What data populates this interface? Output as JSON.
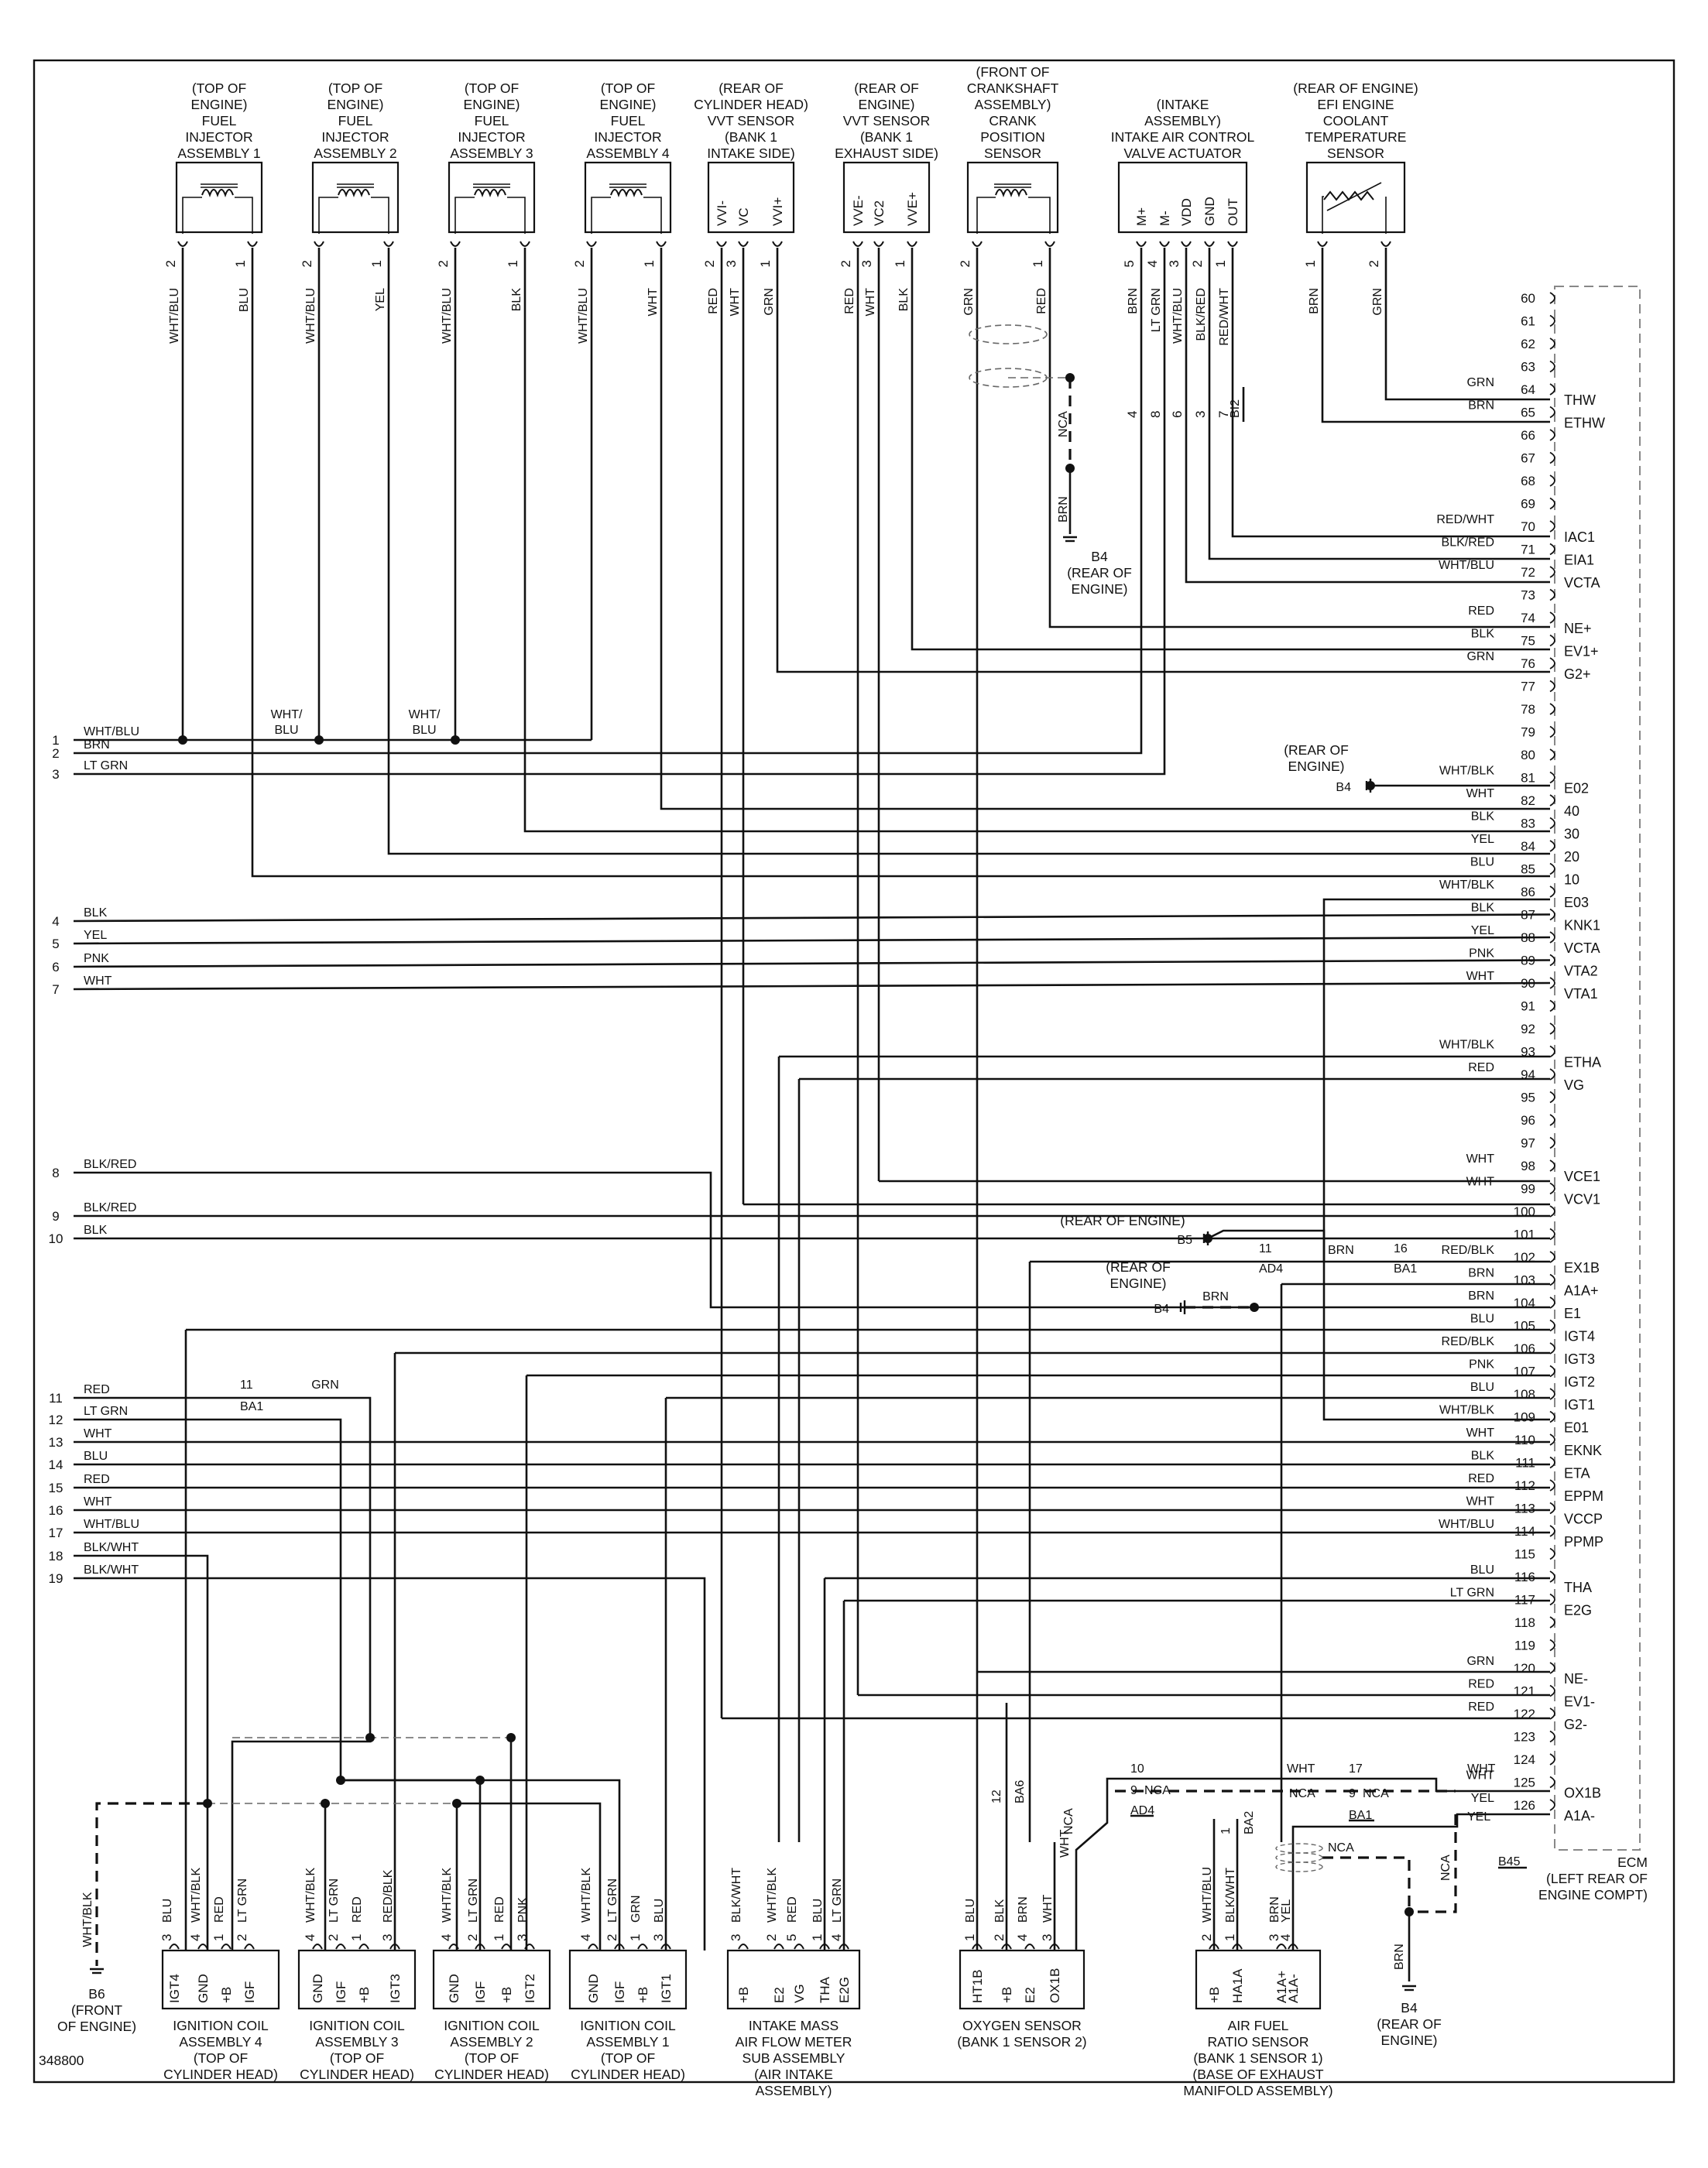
{
  "figure_id": "348800",
  "ecm": {
    "label": "ECM\n(LEFT REAR OF\nENGINE COMPT)"
  },
  "top_components": [
    {
      "id": "inj1",
      "label": "(TOP OF\nENGINE)\nFUEL\nINJECTOR\nASSEMBLY 1",
      "pins": [
        "2",
        "1"
      ],
      "wires": [
        "WHT/BLU",
        "BLU"
      ]
    },
    {
      "id": "inj2",
      "label": "(TOP OF\nENGINE)\nFUEL\nINJECTOR\nASSEMBLY 2",
      "pins": [
        "2",
        "1"
      ],
      "wires": [
        "WHT/BLU",
        "YEL"
      ]
    },
    {
      "id": "inj3",
      "label": "(TOP OF\nENGINE)\nFUEL\nINJECTOR\nASSEMBLY 3",
      "pins": [
        "2",
        "1"
      ],
      "wires": [
        "WHT/BLU",
        "BLK"
      ]
    },
    {
      "id": "inj4",
      "label": "(TOP OF\nENGINE)\nFUEL\nINJECTOR\nASSEMBLY 4",
      "pins": [
        "2",
        "1"
      ],
      "wires": [
        "WHT/BLU",
        "WHT"
      ]
    },
    {
      "id": "vvti",
      "label": "(REAR OF\nCYLINDER HEAD)\nVVT SENSOR\n(BANK 1\nINTAKE SIDE)",
      "terms": [
        "VVI-",
        "VC",
        "VVI+"
      ],
      "pins": [
        "2",
        "3",
        "1"
      ],
      "wires": [
        "RED",
        "WHT",
        "GRN"
      ]
    },
    {
      "id": "vvte",
      "label": "(REAR OF\nENGINE)\nVVT SENSOR\n(BANK 1\nEXHAUST SIDE)",
      "terms": [
        "VVE-",
        "VC2",
        "VVE+"
      ],
      "pins": [
        "2",
        "3",
        "1"
      ],
      "wires": [
        "RED",
        "WHT",
        "BLK"
      ]
    },
    {
      "id": "ckp",
      "label": "(FRONT OF\nCRANKSHAFT\nASSEMBLY)\nCRANK\nPOSITION\nSENSOR",
      "pins": [
        "2",
        "1"
      ],
      "wires": [
        "GRN",
        "RED"
      ]
    },
    {
      "id": "iac",
      "label": "(INTAKE\nASSEMBLY)\nINTAKE AIR CONTROL\nVALVE ACTUATOR",
      "terms": [
        "M+",
        "M-",
        "VDD",
        "GND",
        "OUT"
      ],
      "pins": [
        "5",
        "4",
        "3",
        "2",
        "1"
      ],
      "wires": [
        "BRN",
        "LT GRN",
        "WHT/BLU",
        "BLK/RED",
        "RED/WHT"
      ],
      "conn_pins": [
        "4",
        "8",
        "6",
        "3",
        "7"
      ],
      "conn": "BI2"
    },
    {
      "id": "ect",
      "label": "(REAR OF ENGINE)\nEFI ENGINE\nCOOLANT\nTEMPERATURE\nSENSOR",
      "pins": [
        "1",
        "2"
      ],
      "wires": [
        "BRN",
        "GRN"
      ]
    }
  ],
  "ckp_ground": {
    "wire1": "NCA",
    "wire2": "BRN",
    "ground": "B4",
    "ground_label": "(REAR OF\nENGINE)"
  },
  "left_terminals": [
    {
      "num": "1",
      "wire": "WHT/BLU"
    },
    {
      "num": "2",
      "wire": "BRN"
    },
    {
      "num": "3",
      "wire": "LT GRN"
    },
    {
      "num": "4",
      "wire": "BLK"
    },
    {
      "num": "5",
      "wire": "YEL"
    },
    {
      "num": "6",
      "wire": "PNK"
    },
    {
      "num": "7",
      "wire": "WHT"
    },
    {
      "num": "8",
      "wire": "BLK/RED"
    },
    {
      "num": "9",
      "wire": "BLK/RED"
    },
    {
      "num": "10",
      "wire": "BLK"
    },
    {
      "num": "11",
      "wire": "RED"
    },
    {
      "num": "12",
      "wire": "LT GRN"
    },
    {
      "num": "13",
      "wire": "WHT"
    },
    {
      "num": "14",
      "wire": "BLU"
    },
    {
      "num": "15",
      "wire": "RED"
    },
    {
      "num": "16",
      "wire": "WHT"
    },
    {
      "num": "17",
      "wire": "WHT/BLU"
    },
    {
      "num": "18",
      "wire": "BLK/WHT"
    },
    {
      "num": "19",
      "wire": "BLK/WHT"
    }
  ],
  "splice_labels": [
    "WHT/\nBLU",
    "WHT/\nBLU"
  ],
  "ecm_pins": [
    {
      "pin": "60",
      "wire": "",
      "term": ""
    },
    {
      "pin": "61",
      "wire": "",
      "term": ""
    },
    {
      "pin": "62",
      "wire": "",
      "term": ""
    },
    {
      "pin": "63",
      "wire": "",
      "term": ""
    },
    {
      "pin": "64",
      "wire": "GRN",
      "term": "THW"
    },
    {
      "pin": "65",
      "wire": "BRN",
      "term": "ETHW"
    },
    {
      "pin": "66",
      "wire": "",
      "term": ""
    },
    {
      "pin": "67",
      "wire": "",
      "term": ""
    },
    {
      "pin": "68",
      "wire": "",
      "term": ""
    },
    {
      "pin": "69",
      "wire": "",
      "term": ""
    },
    {
      "pin": "70",
      "wire": "RED/WHT",
      "term": "IAC1"
    },
    {
      "pin": "71",
      "wire": "BLK/RED",
      "term": "EIA1"
    },
    {
      "pin": "72",
      "wire": "WHT/BLU",
      "term": "VCTA"
    },
    {
      "pin": "73",
      "wire": "",
      "term": ""
    },
    {
      "pin": "74",
      "wire": "RED",
      "term": "NE+"
    },
    {
      "pin": "75",
      "wire": "BLK",
      "term": "EV1+"
    },
    {
      "pin": "76",
      "wire": "GRN",
      "term": "G2+"
    },
    {
      "pin": "77",
      "wire": "",
      "term": ""
    },
    {
      "pin": "78",
      "wire": "",
      "term": ""
    },
    {
      "pin": "79",
      "wire": "",
      "term": ""
    },
    {
      "pin": "80",
      "wire": "",
      "term": ""
    },
    {
      "pin": "81",
      "wire": "WHT/BLK",
      "term": "E02"
    },
    {
      "pin": "82",
      "wire": "WHT",
      "term": "40"
    },
    {
      "pin": "83",
      "wire": "BLK",
      "term": "30"
    },
    {
      "pin": "84",
      "wire": "YEL",
      "term": "20"
    },
    {
      "pin": "85",
      "wire": "BLU",
      "term": "10"
    },
    {
      "pin": "86",
      "wire": "WHT/BLK",
      "term": "E03"
    },
    {
      "pin": "87",
      "wire": "BLK",
      "term": "KNK1"
    },
    {
      "pin": "88",
      "wire": "YEL",
      "term": "VCTA"
    },
    {
      "pin": "89",
      "wire": "PNK",
      "term": "VTA2"
    },
    {
      "pin": "90",
      "wire": "WHT",
      "term": "VTA1"
    },
    {
      "pin": "91",
      "wire": "",
      "term": ""
    },
    {
      "pin": "92",
      "wire": "",
      "term": ""
    },
    {
      "pin": "93",
      "wire": "WHT/BLK",
      "term": "ETHA"
    },
    {
      "pin": "94",
      "wire": "RED",
      "term": "VG"
    },
    {
      "pin": "95",
      "wire": "",
      "term": ""
    },
    {
      "pin": "96",
      "wire": "",
      "term": ""
    },
    {
      "pin": "97",
      "wire": "",
      "term": ""
    },
    {
      "pin": "98",
      "wire": "WHT",
      "term": "VCE1"
    },
    {
      "pin": "99",
      "wire": "WHT",
      "term": "VCV1"
    },
    {
      "pin": "100",
      "wire": "",
      "term": ""
    },
    {
      "pin": "101",
      "wire": "",
      "term": ""
    },
    {
      "pin": "102",
      "wire": "RED/BLK",
      "term": "EX1B"
    },
    {
      "pin": "103",
      "wire": "BRN",
      "term": "A1A+"
    },
    {
      "pin": "104",
      "wire": "BRN",
      "term": "E1"
    },
    {
      "pin": "105",
      "wire": "BLU",
      "term": "IGT4"
    },
    {
      "pin": "106",
      "wire": "RED/BLK",
      "term": "IGT3"
    },
    {
      "pin": "107",
      "wire": "PNK",
      "term": "IGT2"
    },
    {
      "pin": "108",
      "wire": "BLU",
      "term": "IGT1"
    },
    {
      "pin": "109",
      "wire": "WHT/BLK",
      "term": "E01"
    },
    {
      "pin": "110",
      "wire": "WHT",
      "term": "EKNK"
    },
    {
      "pin": "111",
      "wire": "BLK",
      "term": "ETA"
    },
    {
      "pin": "112",
      "wire": "RED",
      "term": "EPPM"
    },
    {
      "pin": "113",
      "wire": "WHT",
      "term": "VCCP"
    },
    {
      "pin": "114",
      "wire": "WHT/BLU",
      "term": "PPMP"
    },
    {
      "pin": "115",
      "wire": "",
      "term": ""
    },
    {
      "pin": "116",
      "wire": "BLU",
      "term": "THA"
    },
    {
      "pin": "117",
      "wire": "LT GRN",
      "term": "E2G"
    },
    {
      "pin": "118",
      "wire": "",
      "term": ""
    },
    {
      "pin": "119",
      "wire": "",
      "term": ""
    },
    {
      "pin": "120",
      "wire": "GRN",
      "term": "NE-"
    },
    {
      "pin": "121",
      "wire": "RED",
      "term": "EV1-"
    },
    {
      "pin": "122",
      "wire": "RED",
      "term": "G2-"
    },
    {
      "pin": "123",
      "wire": "",
      "term": ""
    },
    {
      "pin": "124",
      "wire": "",
      "term": ""
    },
    {
      "pin": "125",
      "wire": "WHT",
      "term": "OX1B"
    },
    {
      "pin": "126",
      "wire": "YEL",
      "term": "A1A-"
    }
  ],
  "ecm_conn_b45": "B45",
  "grounds": {
    "b4_e02": "(REAR OF\nENGINE)\nB4",
    "b5": "(REAR OF ENGINE)\nB5",
    "b4_e1": "(REAR OF\nENGINE)\nB4",
    "b6": "B6\n(FRONT\nOF ENGINE)",
    "b4_bottom": "B4\n(REAR OF\nENGINE)"
  },
  "mid_labels": {
    "ad4_top": {
      "pin": "11",
      "conn": "AD4"
    },
    "ba1_top": {
      "pin": "16",
      "conn": "BA1"
    },
    "brn_b5": "BRN",
    "brn_b4": "BRN",
    "ba1_left": {
      "pin": "11",
      "conn": "BA1",
      "wire": "GRN"
    },
    "ad4_bot": {
      "pin10": "10",
      "pin9": "9",
      "conn": "AD4",
      "wire": "NCA"
    },
    "ba1_bot": {
      "pin17": "17",
      "pin9": "9",
      "conn": "BA1",
      "wire": "NCA"
    },
    "ba6": {
      "pin": "12",
      "conn": "BA6"
    },
    "ba2": {
      "pin": "1",
      "conn": "BA2"
    }
  },
  "bottom_components": [
    {
      "id": "ig4",
      "label": "IGNITION COIL\nASSEMBLY 4\n(TOP OF\nCYLINDER HEAD)",
      "terms": [
        "IGT4",
        "GND",
        "+B",
        "IGF"
      ],
      "pins": [
        "3",
        "4",
        "1",
        "2"
      ],
      "wires": [
        "BLU",
        "WHT/BLK",
        "RED",
        "LT GRN"
      ]
    },
    {
      "id": "ig3",
      "label": "IGNITION COIL\nASSEMBLY 3\n(TOP OF\nCYLINDER HEAD)",
      "terms": [
        "GND",
        "IGF",
        "+B",
        "IGT3"
      ],
      "pins": [
        "4",
        "2",
        "1",
        "3"
      ],
      "wires": [
        "WHT/BLK",
        "LT GRN",
        "RED",
        "RED/BLK"
      ]
    },
    {
      "id": "ig2",
      "label": "IGNITION COIL\nASSEMBLY 2\n(TOP OF\nCYLINDER HEAD)",
      "terms": [
        "GND",
        "IGF",
        "+B",
        "IGT2"
      ],
      "pins": [
        "4",
        "2",
        "1",
        "3"
      ],
      "wires": [
        "WHT/BLK",
        "LT GRN",
        "RED",
        "PNK"
      ]
    },
    {
      "id": "ig1",
      "label": "IGNITION COIL\nASSEMBLY 1\n(TOP OF\nCYLINDER HEAD)",
      "terms": [
        "GND",
        "IGF",
        "+B",
        "IGT1"
      ],
      "pins": [
        "4",
        "2",
        "1",
        "3"
      ],
      "wires": [
        "WHT/BLK",
        "LT GRN",
        "GRN",
        "BLU"
      ]
    },
    {
      "id": "maf",
      "label": "INTAKE MASS\nAIR FLOW METER\nSUB ASSEMBLY\n(AIR INTAKE\nASSEMBLY)",
      "terms": [
        "+B",
        "E2",
        "VG",
        "THA",
        "E2G"
      ],
      "pins": [
        "3",
        "2",
        "5",
        "1",
        "4"
      ],
      "wires": [
        "BLK/WHT",
        "WHT/BLK",
        "RED",
        "BLU",
        "LT GRN"
      ]
    },
    {
      "id": "o2",
      "label": "OXYGEN SENSOR\n(BANK 1 SENSOR 2)",
      "terms": [
        "HT1B",
        "+B",
        "E2",
        "OX1B"
      ],
      "pins": [
        "1",
        "2",
        "4",
        "3"
      ],
      "wires": [
        "BLU",
        "BLK",
        "BRN",
        "WHT"
      ]
    },
    {
      "id": "af",
      "label": "AIR FUEL\nRATIO SENSOR\n(BANK 1 SENSOR 1)\n(BASE OF EXHAUST\nMANIFOLD ASSEMBLY)",
      "terms": [
        "+B",
        "HA1A",
        "A1A+",
        "A1A-"
      ],
      "pins": [
        "2",
        "1",
        "3",
        "4"
      ],
      "wires": [
        "WHT/BLU",
        "BLK/WHT",
        "BRN",
        "YEL"
      ]
    }
  ],
  "bottom_wire_labels": {
    "nca_o2": "NCA",
    "wht_o2": "WHT",
    "wht_ba1": "WHT",
    "yel_ba1": "YEL",
    "nca_af": "NCA",
    "nca_right": "NCA",
    "brn_right": "BRN",
    "b6_wire": "WHT/BLK"
  }
}
